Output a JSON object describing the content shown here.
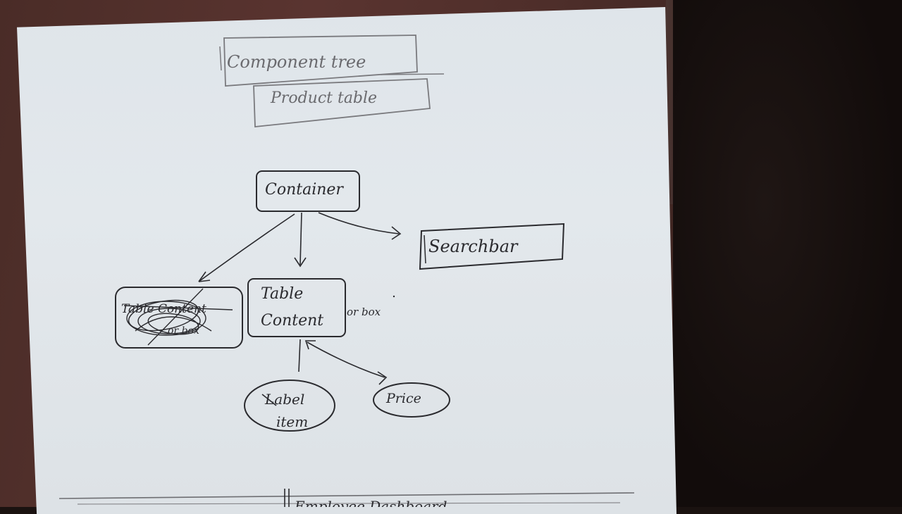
{
  "sketch": {
    "heading_top": "Component tree",
    "heading_sub": "Product table",
    "node_container": "Container",
    "node_searchbar": "Searchbar",
    "node_table_content_line1": "Table",
    "node_table_content_line2": "Content",
    "node_crossed_line1": "Table Content",
    "node_crossed_line2": "or box",
    "annotation_or_box": "or box",
    "node_label_line1": "Label",
    "node_label_line2": "item",
    "node_price": "Price",
    "footer_fragment": "Employee Dashboard"
  },
  "colors": {
    "ink": "#2a2a2e",
    "pencil": "#6e6e72",
    "paper": "#e1e6ea",
    "wood": "#4e2e2a"
  }
}
